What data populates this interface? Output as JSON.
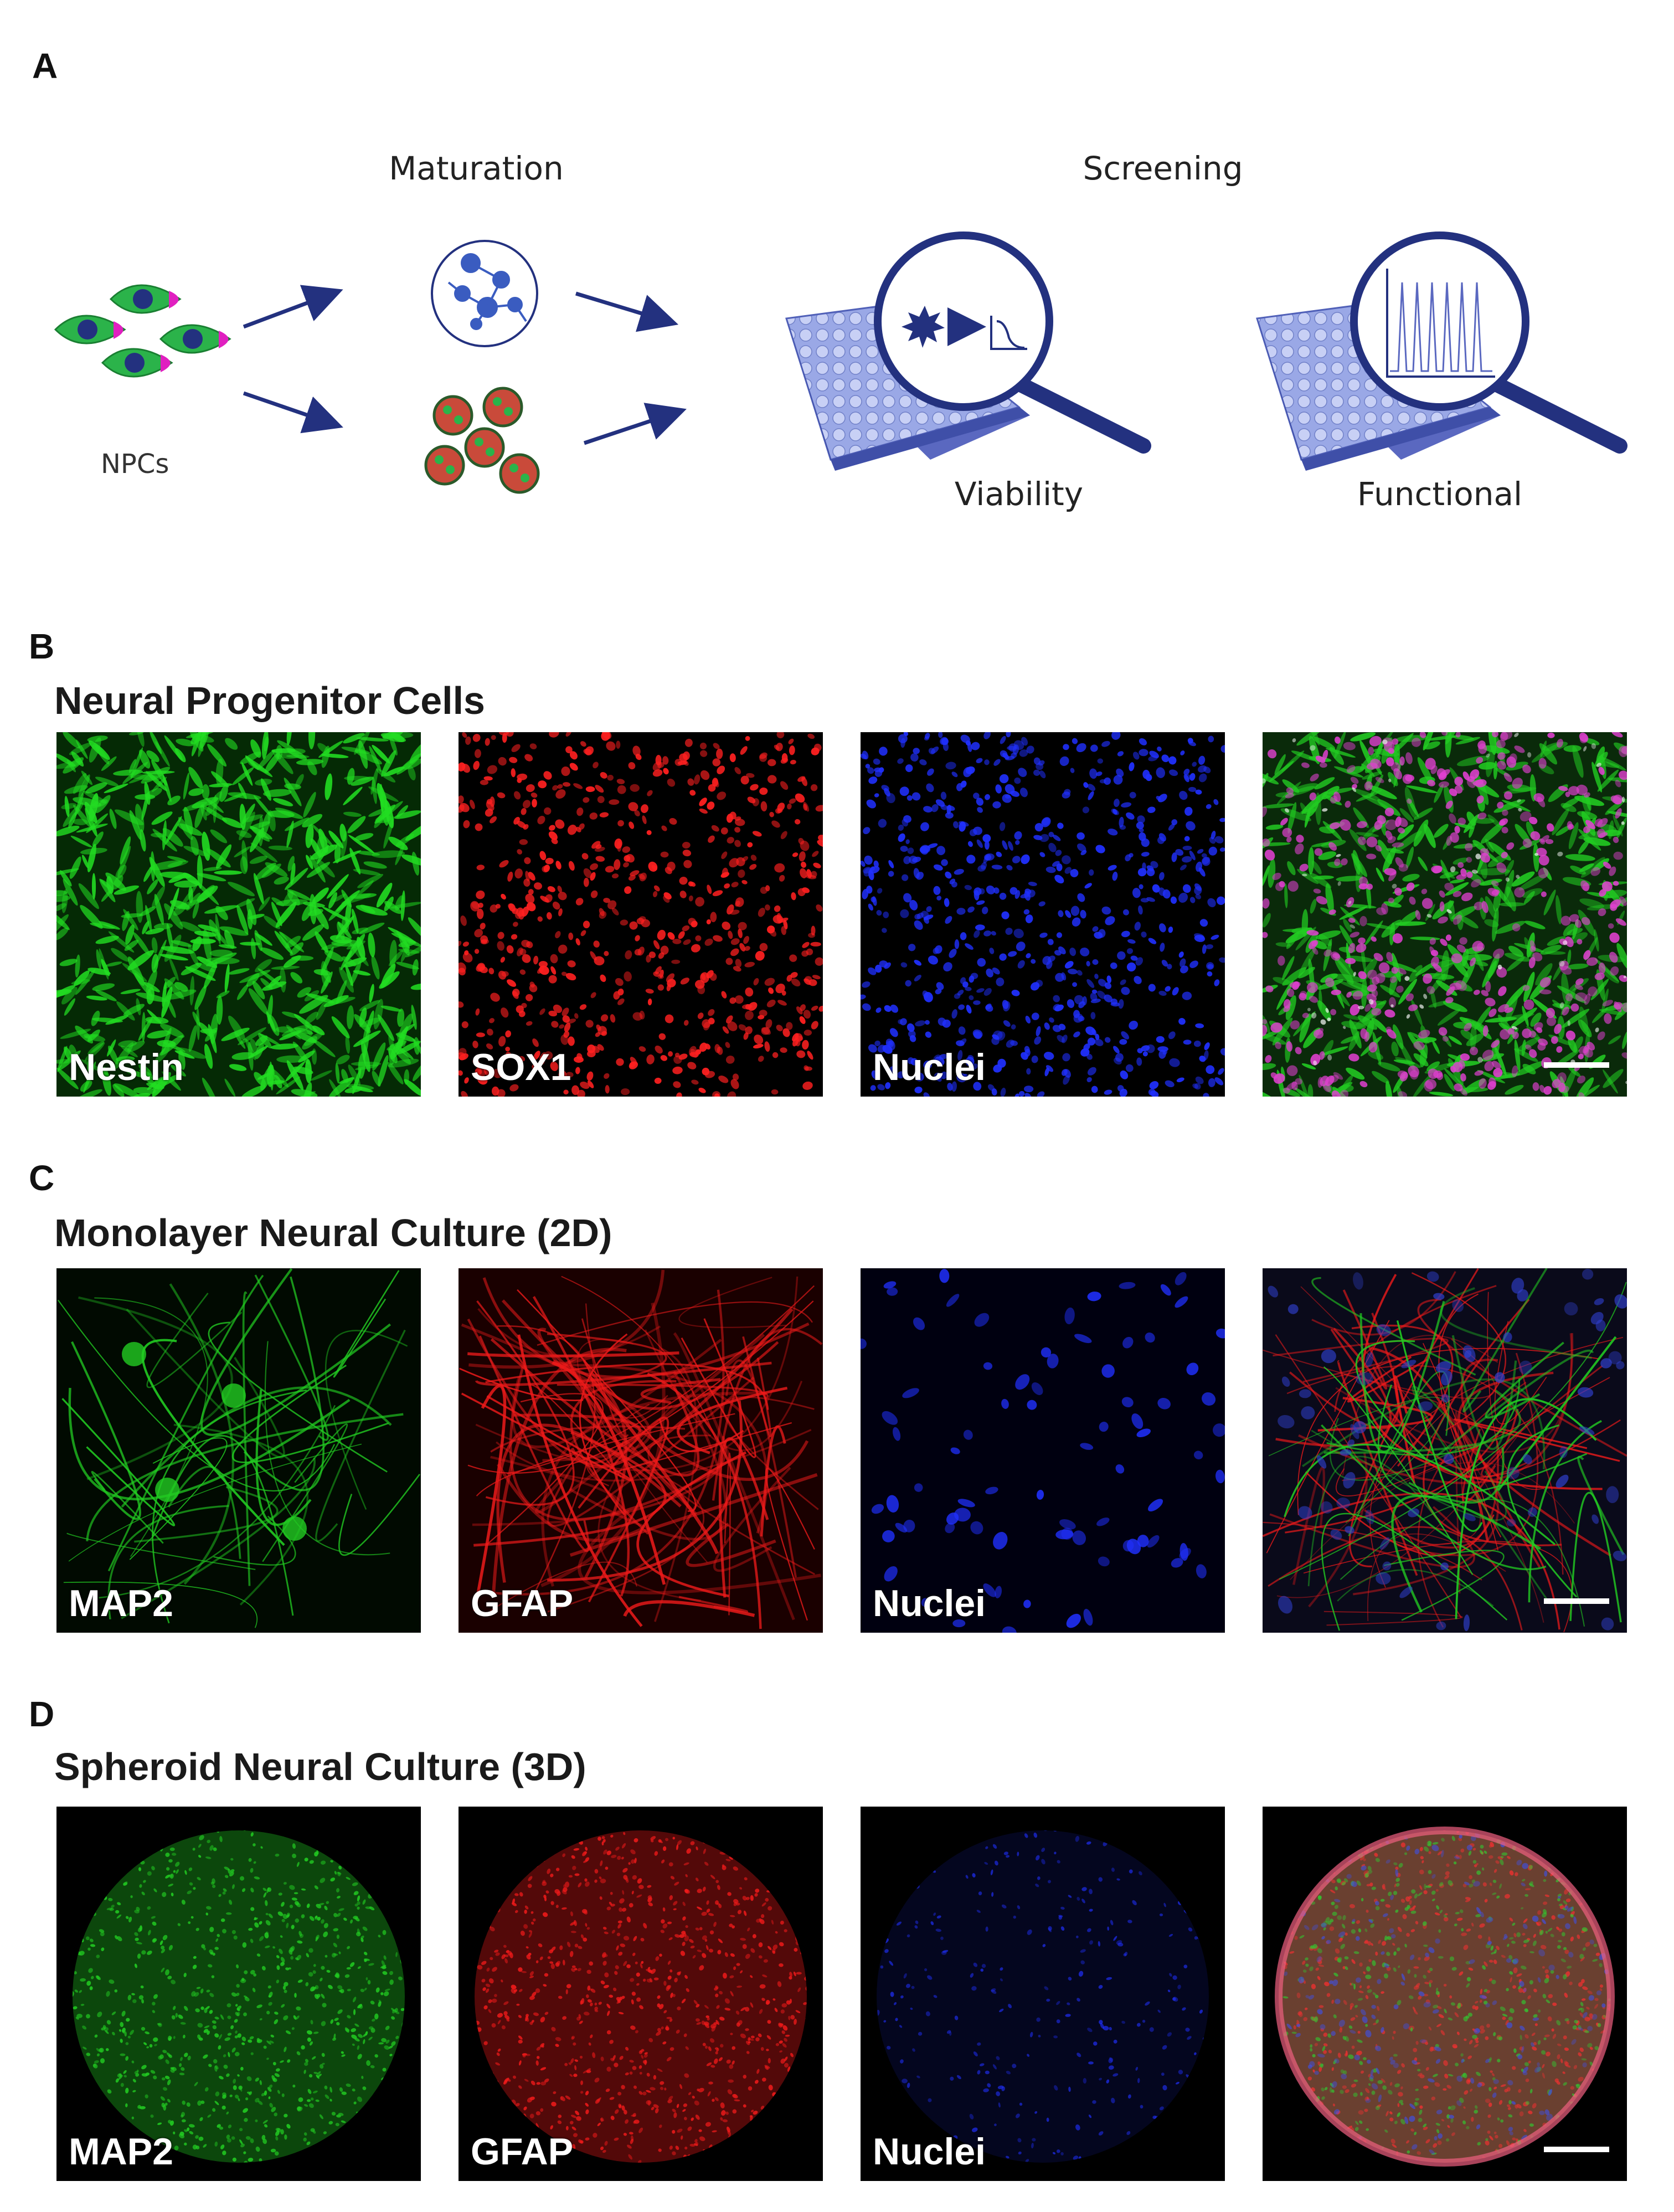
{
  "panel_a": {
    "letter": "A",
    "maturation_label": "Maturation",
    "screening_label": "Screening",
    "npc_label": "NPCs",
    "viability_label": "Viability",
    "functional_label": "Functional",
    "colors": {
      "navy": "#23317f",
      "green": "#2bb34a",
      "magenta": "#e020c0",
      "plate": "#8f9fe0"
    }
  },
  "panel_b": {
    "letter": "B",
    "title": "Neural Progenitor Cells",
    "images": [
      {
        "stain": "Nestin",
        "color": "#22dd22"
      },
      {
        "stain": "SOX1",
        "color": "#ff2020"
      },
      {
        "stain": "Nuclei",
        "color": "#2030ff"
      },
      {
        "stain": "",
        "color": "merge"
      }
    ]
  },
  "panel_c": {
    "letter": "C",
    "title": "Monolayer Neural Culture (2D)",
    "images": [
      {
        "stain": "MAP2",
        "color": "#22dd22"
      },
      {
        "stain": "GFAP",
        "color": "#ff2020"
      },
      {
        "stain": "Nuclei",
        "color": "#2030ff"
      },
      {
        "stain": "",
        "color": "merge"
      }
    ]
  },
  "panel_d": {
    "letter": "D",
    "title": "Spheroid Neural Culture (3D)",
    "images": [
      {
        "stain": "MAP2",
        "color": "#22dd22"
      },
      {
        "stain": "GFAP",
        "color": "#ff2020"
      },
      {
        "stain": "Nuclei",
        "color": "#2030ff"
      },
      {
        "stain": "",
        "color": "merge"
      }
    ]
  }
}
